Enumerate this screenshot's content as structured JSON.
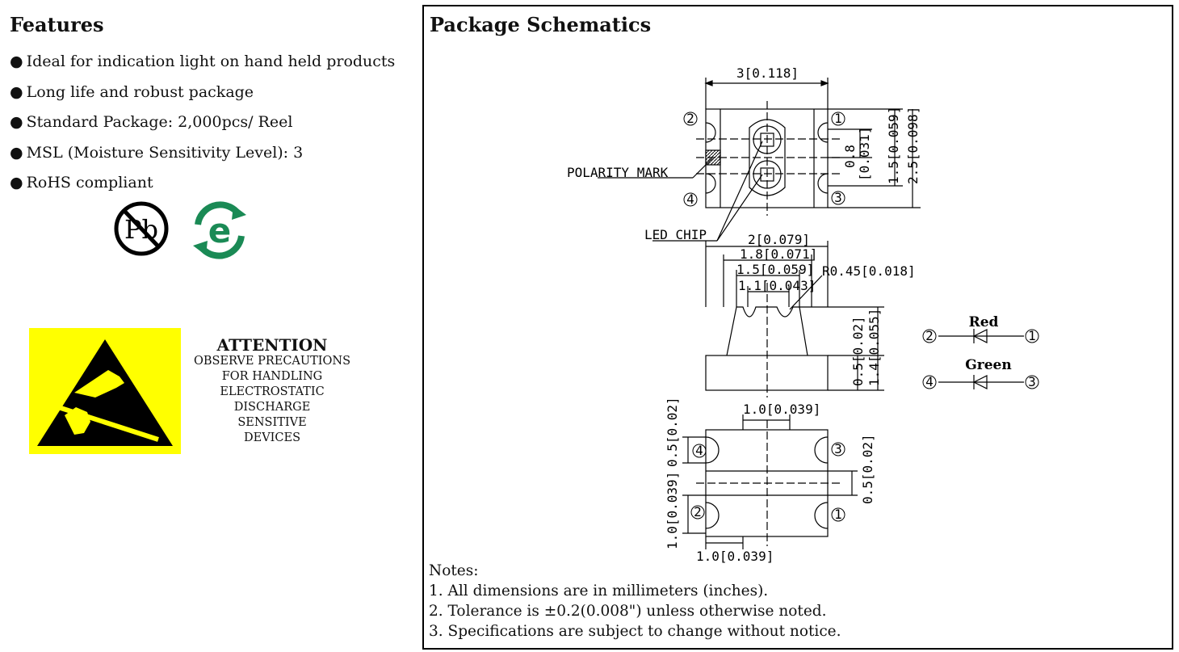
{
  "features": {
    "title": "Features",
    "items": [
      "Ideal for indication light on hand held products",
      "Long life and robust package",
      "Standard Package: 2,000pcs/ Reel",
      "MSL (Moisture Sensitivity Level): 3",
      "RoHS compliant"
    ],
    "pb_free_symbol": "Pb",
    "eco_symbol": "e",
    "colors": {
      "eco_green": "#1a8a55",
      "esd_yellow": "#ffff00"
    }
  },
  "attention": {
    "title": "ATTENTION",
    "lines": [
      "OBSERVE PRECAUTIONS",
      "FOR HANDLING",
      "ELECTROSTATIC",
      "DISCHARGE",
      "SENSITIVE",
      "DEVICES"
    ]
  },
  "schematics": {
    "title": "Package Schematics",
    "labels": {
      "polarity_mark": "POLARITY MARK",
      "led_chip": "LED CHIP",
      "dim_top_width": "3[0.118]",
      "dim_pitch": "0.8",
      "dim_pitch_in": "[0.031]",
      "dim_body_h": "1.5[0.059]",
      "dim_total_h": "2.5[0.098]",
      "dim_2": "2[0.079]",
      "dim_18": "1.8[0.071]",
      "dim_15": "1.5[0.059]",
      "dim_11": "1.1[0.043]",
      "dim_radius": "R0.45[0.018]",
      "dim_05_side": "0.5[0.02]",
      "dim_14_side": "1.4[0.055]",
      "dim_pad_w": "1.0[0.039]",
      "dim_pad_h_left": "0.5[0.02]",
      "dim_pad_pitch_left": "1.0[0.039]",
      "dim_pad_h_right": "0.5[0.02]",
      "dim_bottom": "1.0[0.039]"
    },
    "pins": [
      "1",
      "2",
      "3",
      "4"
    ],
    "leds": [
      {
        "label": "Red",
        "from_pin": "2",
        "to_pin": "1"
      },
      {
        "label": "Green",
        "from_pin": "4",
        "to_pin": "3"
      }
    ]
  },
  "notes": {
    "heading": "Notes:",
    "items": [
      "1. All dimensions are in millimeters (inches).",
      "2. Tolerance is ±0.2(0.008\") unless otherwise noted.",
      "3. Specifications are subject to change without notice."
    ]
  }
}
